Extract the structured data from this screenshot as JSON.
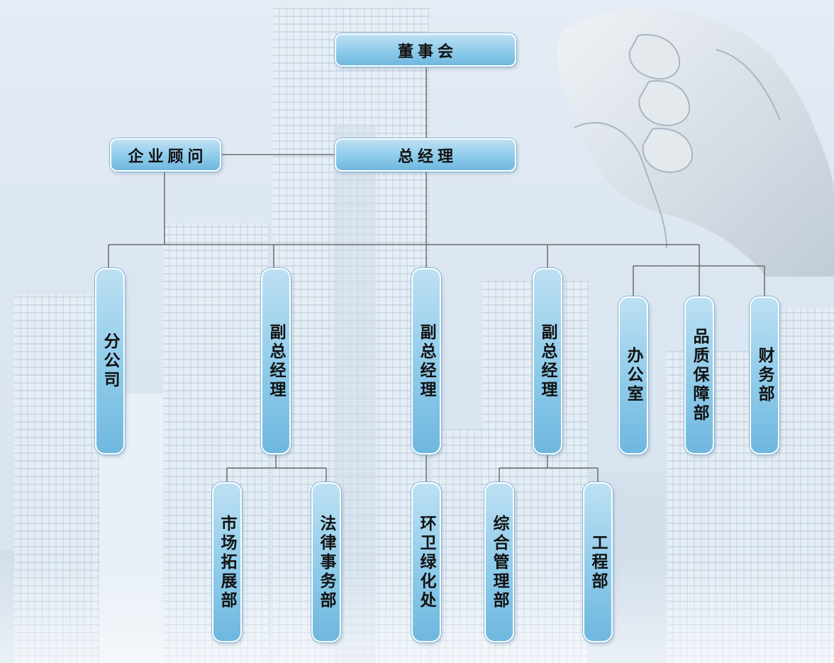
{
  "org_chart": {
    "board": "董事会",
    "general_manager": "总经理",
    "advisor": "企业顾问",
    "branch": "分公司",
    "vp_1": "副总经理",
    "vp_2": "副总经理",
    "vp_3": "副总经理",
    "office": "办公室",
    "quality": "品质保障部",
    "finance": "财务部",
    "marketing": "市场拓展部",
    "legal": "法律事务部",
    "sanitation": "环卫绿化处",
    "admin_mgmt": "综合管理部",
    "engineering": "工程部"
  },
  "colors": {
    "box_fill": "#8ecbea",
    "box_border": "#ffffff",
    "connector": "#6b6b6b",
    "background": "#dbe6f1"
  }
}
